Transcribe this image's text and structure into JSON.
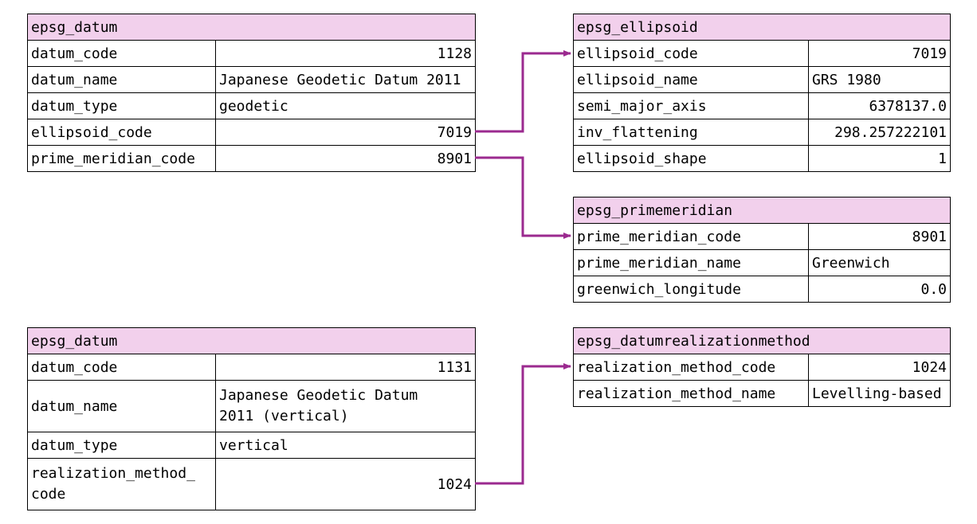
{
  "tables": {
    "datum_1": {
      "title": "epsg_datum",
      "rows": [
        {
          "field": "datum_code",
          "value": "1128"
        },
        {
          "field": "datum_name",
          "value": "Japanese Geodetic Datum 2011"
        },
        {
          "field": "datum_type",
          "value": "geodetic"
        },
        {
          "field": "ellipsoid_code",
          "value": "7019"
        },
        {
          "field": "prime_meridian_code",
          "value": "8901"
        }
      ]
    },
    "ellipsoid": {
      "title": "epsg_ellipsoid",
      "rows": [
        {
          "field": "ellipsoid_code",
          "value": "7019"
        },
        {
          "field": "ellipsoid_name",
          "value": "GRS 1980"
        },
        {
          "field": "semi_major_axis",
          "value": "6378137.0"
        },
        {
          "field": "inv_flattening",
          "value": "298.257222101"
        },
        {
          "field": "ellipsoid_shape",
          "value": "1"
        }
      ]
    },
    "primemeridian": {
      "title": "epsg_primemeridian",
      "rows": [
        {
          "field": "prime_meridian_code",
          "value": "8901"
        },
        {
          "field": "prime_meridian_name",
          "value": "Greenwich"
        },
        {
          "field": "greenwich_longitude",
          "value": "0.0"
        }
      ]
    },
    "datum_2": {
      "title": "epsg_datum",
      "rows": [
        {
          "field": "datum_code",
          "value": "1131"
        },
        {
          "field": "datum_name",
          "value": "Japanese Geodetic Datum\n2011 (vertical)"
        },
        {
          "field": "datum_type",
          "value": "vertical"
        },
        {
          "field": "realization_method_\ncode",
          "value": "1024"
        }
      ]
    },
    "realizationmethod": {
      "title": "epsg_datumrealizationmethod",
      "rows": [
        {
          "field": "realization_method_code",
          "value": "1024"
        },
        {
          "field": "realization_method_name",
          "value": "Levelling-based"
        }
      ]
    }
  },
  "colors": {
    "header_fill": "#f2d0ec",
    "link_color": "#9b2a8f",
    "border": "#000000"
  }
}
